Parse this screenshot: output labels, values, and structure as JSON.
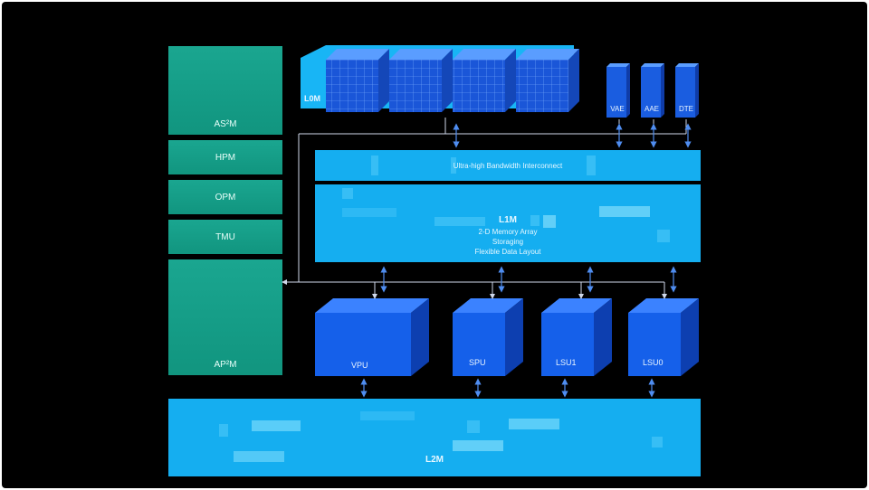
{
  "left_column": {
    "as2m": "AS²M",
    "hpm": "HPM",
    "opm": "OPM",
    "tmu": "TMU",
    "ap2m": "AP²M"
  },
  "l0m": {
    "label": "L0M"
  },
  "engines": [
    "VAE",
    "AAE",
    "DTE"
  ],
  "interconnect": {
    "label": "Ultra-high Bandwidth Interconnect"
  },
  "l1m": {
    "title": "L1M",
    "lines": [
      "2-D Memory Array",
      "Storaging",
      "Flexible Data Layout"
    ]
  },
  "units": [
    "VPU",
    "SPU",
    "LSU1",
    "LSU0"
  ],
  "l2m": {
    "label": "L2M"
  },
  "colors": {
    "background": "#000000",
    "teal_block": "#11957f",
    "cyan_band": "#15aef0",
    "blue_cube": "#1565e8",
    "arrow": "#4f8df0"
  }
}
